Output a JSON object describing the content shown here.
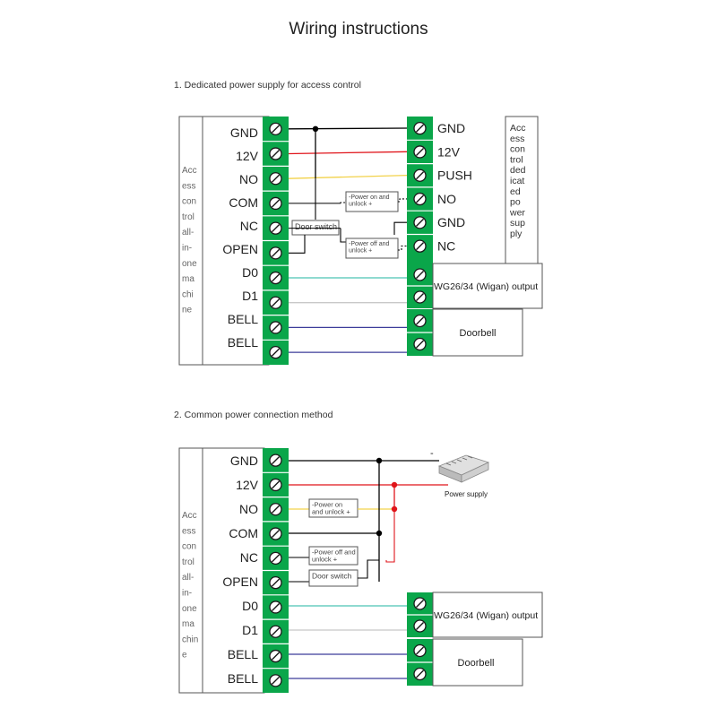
{
  "title": "Wiring instructions",
  "section1": {
    "heading": "1. Dedicated power supply for access control",
    "left_box_label": [
      "Acc",
      "ess",
      "con",
      "trol",
      "all-",
      "in-",
      "one",
      "ma",
      "chi",
      "ne"
    ],
    "left_terminals": [
      "GND",
      "12V",
      "NO",
      "COM",
      "NC",
      "OPEN",
      "D0",
      "D1",
      "BELL",
      "BELL"
    ],
    "right_terminals": [
      "GND",
      "12V",
      "PUSH",
      "NO",
      "GND",
      "NC"
    ],
    "right_box_label": [
      "Acc",
      "ess",
      "con",
      "trol",
      "ded",
      "icat",
      "ed",
      "po",
      "wer",
      "sup",
      "ply"
    ],
    "door_switch": "Door switch",
    "note_power_on": [
      "-Power on and",
      "unlock +"
    ],
    "note_power_off": [
      "-Power off and",
      "unlock +"
    ],
    "wiegand": "WG26/34 (Wigan) output",
    "doorbell": "Doorbell"
  },
  "section2": {
    "heading": "2. Common power connection method",
    "left_box_label": [
      "Acc",
      "ess",
      "con",
      "trol",
      "all-",
      "in-",
      "one",
      "ma",
      "chin",
      "e"
    ],
    "left_terminals": [
      "GND",
      "12V",
      "NO",
      "COM",
      "NC",
      "OPEN",
      "D0",
      "D1",
      "BELL",
      "BELL"
    ],
    "minus_sign": "-",
    "power_supply": "Power supply",
    "note_power_on": [
      "-Power on",
      "and unlock +"
    ],
    "note_power_off": [
      "-Power off and",
      "unlock +"
    ],
    "door_switch": "Door switch",
    "wiegand": "WG26/34 (Wigan) output",
    "doorbell": "Doorbell"
  },
  "colors": {
    "terminal_green": "#0aa64a",
    "gnd_wire": "#000000",
    "v12_wire": "#e0151b",
    "push_wire": "#f2d24b",
    "d0_wire": "#4cc3b5",
    "d1_wire": "#c8c8c8",
    "bell_wire": "#3c3c9a"
  },
  "icons": [
    "screw-terminal-icon",
    "power-supply-icon"
  ]
}
